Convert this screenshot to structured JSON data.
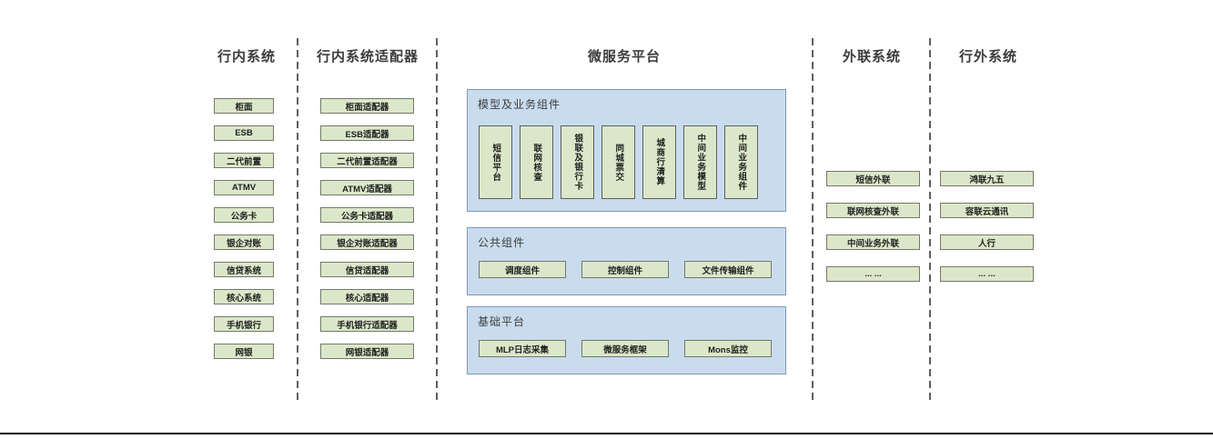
{
  "diagram": {
    "columns": [
      {
        "title": "行内系统",
        "items": [
          "柜面",
          "ESB",
          "二代前置",
          "ATMV",
          "公务卡",
          "银企对账",
          "信贷系统",
          "核心系统",
          "手机银行",
          "网银"
        ]
      },
      {
        "title": "行内系统适配器",
        "items": [
          "柜面适配器",
          "ESB适配器",
          "二代前置适配器",
          "ATMV适配器",
          "公务卡适配器",
          "银企对账适配器",
          "信贷适配器",
          "核心适配器",
          "手机银行适配器",
          "网银适配器"
        ]
      },
      {
        "title": "微服务平台",
        "panels": [
          {
            "label": "模型及业务组件",
            "items": [
              "短信平台",
              "联网核查",
              "银联及银行卡",
              "同城票交",
              "城商行清算",
              "中间业务模型",
              "中间业务组件"
            ]
          },
          {
            "label": "公共组件",
            "items": [
              "调度组件",
              "控制组件",
              "文件传输组件"
            ]
          },
          {
            "label": "基础平台",
            "items": [
              "MLP日志采集",
              "微服务框架",
              "Mons监控"
            ]
          }
        ]
      },
      {
        "title": "外联系统",
        "items": [
          "短信外联",
          "联网核查外联",
          "中间业务外联",
          "... ..."
        ]
      },
      {
        "title": "行外系统",
        "items": [
          "鸿联九五",
          "容联云通讯",
          "人行",
          "... ..."
        ]
      }
    ],
    "colors": {
      "node_fill": "#dbe7c9",
      "node_border": "#73786a",
      "panel_fill": "#c9dcee",
      "panel_border": "#7f98b3",
      "divider": "#5f5f5f",
      "baseline": "#0a0a0a"
    }
  }
}
